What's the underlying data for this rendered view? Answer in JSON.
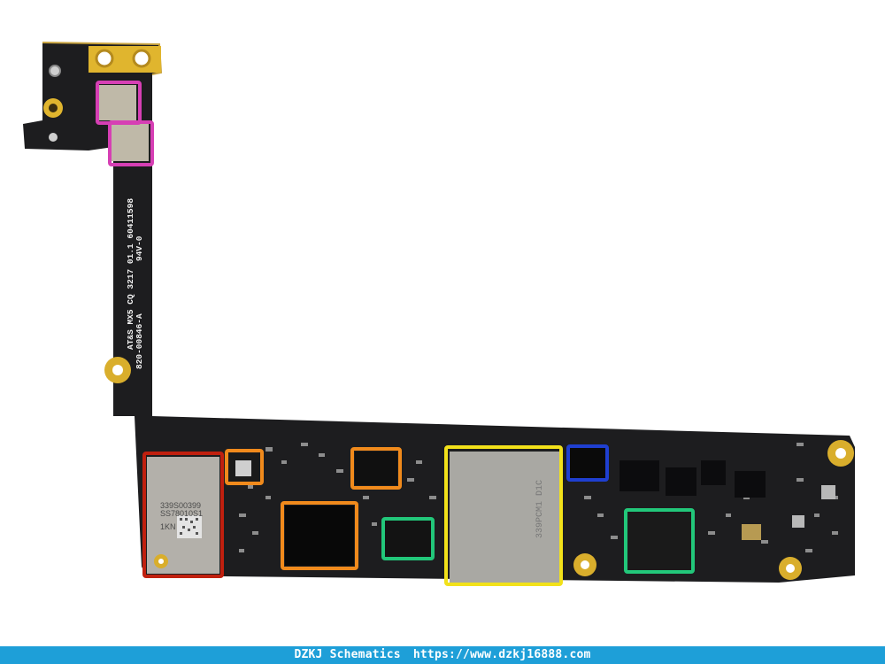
{
  "board": {
    "silkscreen_line1": "AT&S MX5 CQ 3217 01.1 60411598",
    "silkscreen_line2": "94V-0",
    "silkscreen_line3": "820-00846-A",
    "chip_red_text": [
      "339S00399",
      "SS78010S1",
      "1KN"
    ],
    "chip_yellow_text": "339PCM1 D1C"
  },
  "highlight_colors": {
    "magenta": "#d63fb4",
    "red": "#c0200f",
    "orange": "#f08a1c",
    "green": "#22c77a",
    "yellow": "#f2e11a",
    "blue": "#1f3fd0"
  },
  "footer": {
    "site_name": "DZKJ Schematics",
    "url": "https://www.dzkj16888.com"
  }
}
